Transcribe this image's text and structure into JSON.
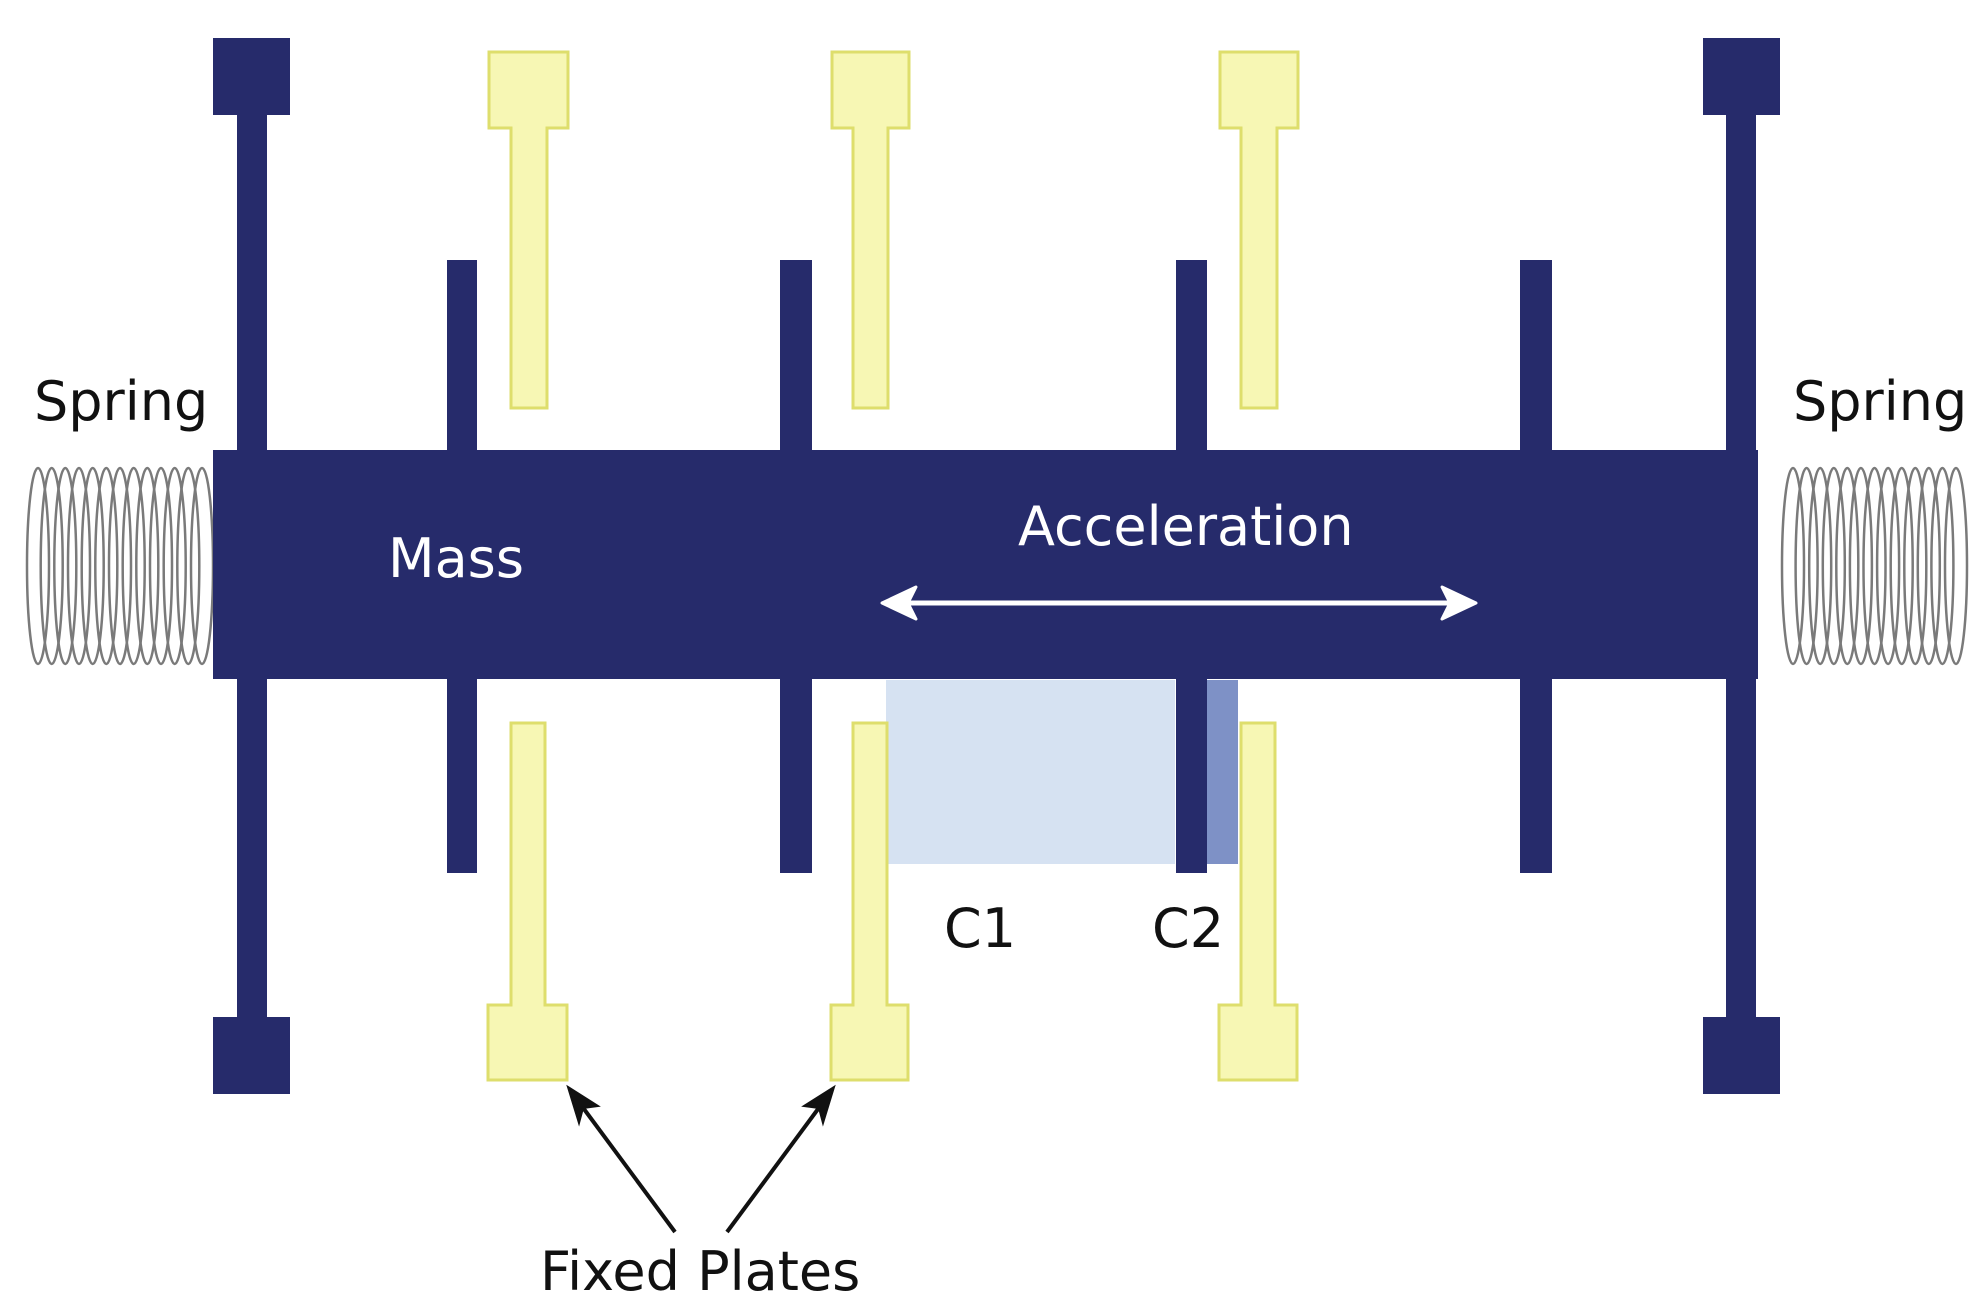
{
  "labels": {
    "spring_left": "Spring",
    "spring_right": "Spring",
    "mass": "Mass",
    "acceleration": "Acceleration",
    "c1": "C1",
    "c2": "C2",
    "fixed_plates": "Fixed Plates"
  },
  "colors": {
    "mass": "#262b6b",
    "fixed_plate_fill": "#f7f7b4",
    "fixed_plate_stroke": "#dede6c",
    "c1_region": "#d6e2f2",
    "c2_region": "#7e91c6",
    "spring": "#7a7a7a",
    "text_dark": "#111111",
    "text_light": "#ffffff"
  }
}
